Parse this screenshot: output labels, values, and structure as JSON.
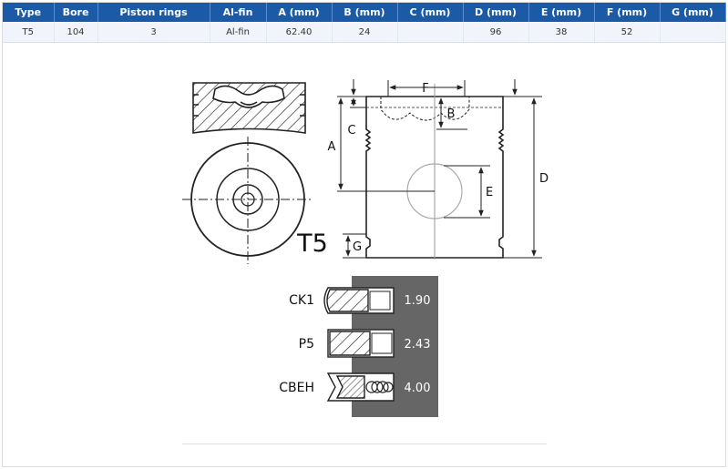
{
  "table": {
    "headers": [
      "Type",
      "Bore",
      "Piston rings",
      "Al-fin",
      "A (mm)",
      "B (mm)",
      "C (mm)",
      "D (mm)",
      "E (mm)",
      "F (mm)",
      "G (mm)"
    ],
    "row": [
      "T5",
      "104",
      "3",
      "Al-fin",
      "62.40",
      "24",
      "",
      "96",
      "38",
      "52",
      ""
    ]
  },
  "diagram": {
    "model_label": "T5",
    "dimension_labels": {
      "a": "A",
      "b": "B",
      "c": "C",
      "d": "D",
      "e": "E",
      "f": "F",
      "g": "G"
    },
    "rings": [
      {
        "name": "CK1",
        "value": "1.90"
      },
      {
        "name": "P5",
        "value": "2.43"
      },
      {
        "name": "CBEH",
        "value": "4.00"
      }
    ]
  }
}
